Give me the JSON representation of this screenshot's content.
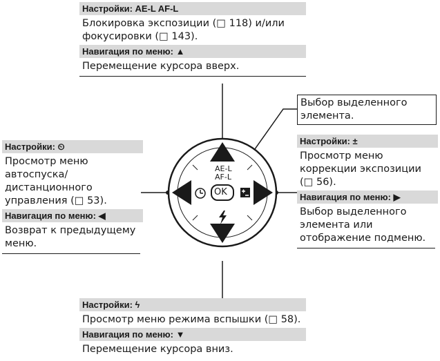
{
  "top": {
    "settings_header": "Настройки: AE-L AF-L",
    "settings_text": "Блокировка экспозиции (□ 118) и/или фокусировки (□ 143).",
    "nav_header": "Навигация по меню: ▲",
    "nav_text": "Перемещение курсора вверх."
  },
  "center_callout": {
    "text": "Выбор выделенного элемента."
  },
  "left": {
    "settings_header": "Настройки: ⏲",
    "settings_text": "Просмотр меню автоспуска/ дистанционного управления (□ 53).",
    "nav_header": "Навигация по меню: ◀",
    "nav_text": "Возврат к предыдущему меню."
  },
  "right": {
    "settings_header": "Настройки: ±",
    "settings_text": "Просмотр меню коррекции экспозиции (□ 56).",
    "nav_header": "Навигация по меню: ▶",
    "nav_text": "Выбор выделенного элемента или отображение подменю."
  },
  "bottom": {
    "settings_header": "Настройки: ϟ",
    "settings_text": "Просмотр меню режима вспышки (□ 58).",
    "nav_header": "Навигация по меню: ▼",
    "nav_text": "Перемещение курсора вниз."
  },
  "dial": {
    "ok_label": "OK",
    "ae_label": "AE-L",
    "af_label": "AF-L",
    "selftimer_icon": "self-timer-icon",
    "exposure_icon": "exposure-compensation-icon",
    "flash_icon": "flash-icon"
  },
  "colors": {
    "header_bg": "#d9d9d9",
    "ink": "#1a1a1a"
  }
}
